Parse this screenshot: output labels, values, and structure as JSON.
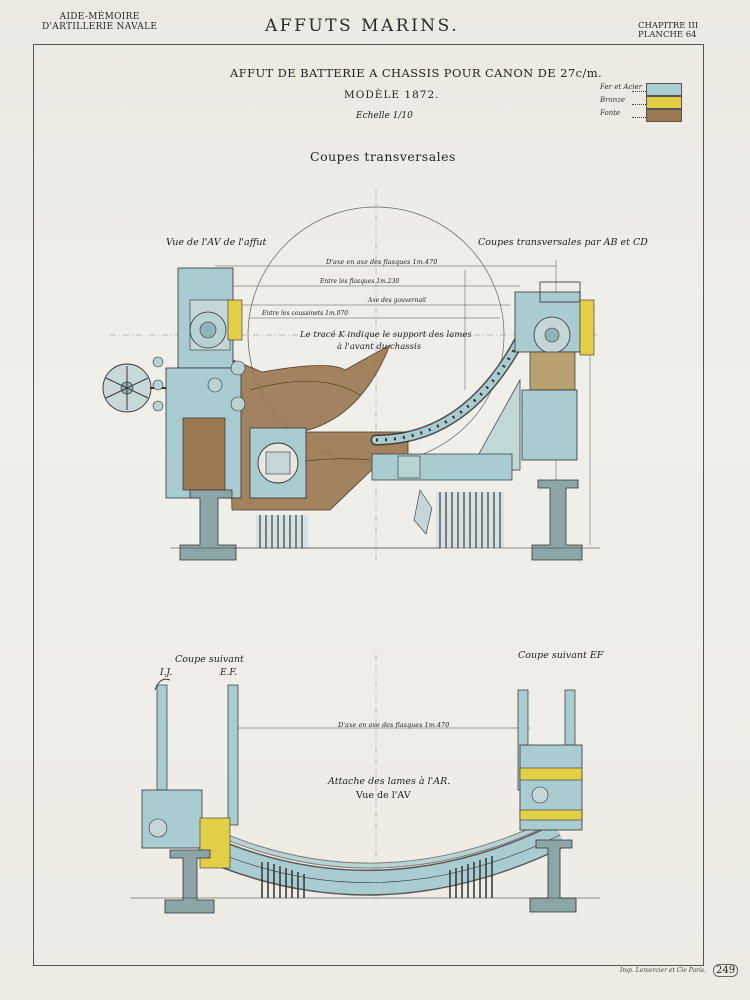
{
  "header": {
    "left_line1": "AIDE-MÉMOIRE",
    "left_line2": "D'ARTILLERIE NAVALE",
    "center": "AFFUTS MARINS.",
    "right_line1": "CHAPITRE III",
    "right_line2": "PLANCHE 64"
  },
  "title": {
    "main": "AFFUT DE BATTERIE A CHASSIS POUR CANON DE 27c/m.",
    "model": "MODÈLE 1872.",
    "scale": "Echelle 1/10"
  },
  "legend": [
    {
      "label": "Fer et Acier",
      "color": "#a8ccd0"
    },
    {
      "label": "Bronze",
      "color": "#e2cf46"
    },
    {
      "label": "Fonte",
      "color": "#9b7850"
    }
  ],
  "section_title": "Coupes transversales",
  "upper": {
    "label_left": "Vue de l'AV de l'affut",
    "label_right": "Coupes transversales par AB et CD",
    "annotation_line1": "Le tracé K indique le support des lames",
    "annotation_line2": "à l'avant du chassis",
    "dim_axes": "D'axe en axe des flasques 1m.470",
    "dim_flasques": "Entre les flasques 1m.230",
    "dim_gouvernail": "Axe des gouvernail",
    "dim_coussinets": "Entre les coussinets 1m.070"
  },
  "lower": {
    "label_left_line1": "Coupe suivant",
    "label_left_line2": "I.J.",
    "label_mid": "E.F.",
    "label_right": "Coupe suivant EF",
    "dim_axes": "D'axe en axe des flasques 1m.470",
    "annotation_line1": "Attache des lames à l'AR.",
    "annotation_line2": "Vue de l'AV"
  },
  "footer": {
    "imprint": "Imp. Lemercier et Cie Paris.",
    "page_number": "249"
  }
}
